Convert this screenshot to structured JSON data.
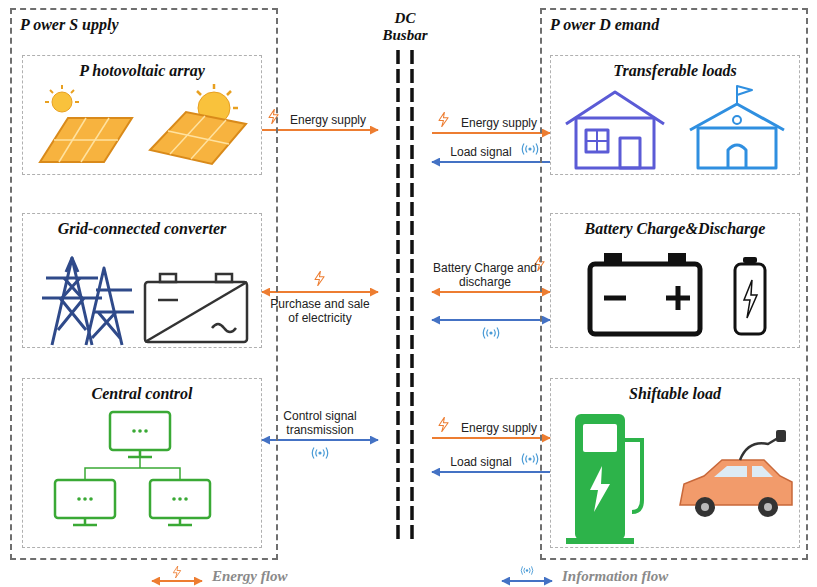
{
  "diagram": {
    "nodes": [
      {
        "text": [
          "P ower S upply"
        ]
      },
      {
        "text": [
          "P hotovoltaic array"
        ],
        "in": 0
      },
      {
        "text": [
          "Grid-connected converter"
        ],
        "in": 0
      },
      {
        "text": [
          "Central control"
        ],
        "in": 0
      },
      {
        "text": [
          "DC Busbar"
        ]
      },
      {
        "text": [
          "P ower D emand"
        ]
      },
      {
        "text": [
          "Transferable loads"
        ],
        "in": 5
      },
      {
        "text": [
          "Battery Charge&Discharge"
        ],
        "in": 5
      },
      {
        "text": [
          "Shiftable load"
        ],
        "in": 5
      }
    ],
    "edges": [
      {
        "from": 1,
        "to": 4,
        "arrow": "to",
        "label": "Energy supply"
      },
      {
        "from": 4,
        "to": 6,
        "arrow": "to",
        "label": "Energy supply"
      },
      {
        "from": 6,
        "to": 4,
        "arrow": "to",
        "label": "Load signal"
      },
      {
        "from": 2,
        "to": 4,
        "arrow": "both",
        "label": "Purchase and sale of electricity"
      },
      {
        "from": 4,
        "to": 7,
        "arrow": "both",
        "label": "Battery Charge and discharge"
      },
      {
        "from": 4,
        "to": 7,
        "arrow": "both"
      },
      {
        "from": 3,
        "to": 4,
        "arrow": "both",
        "label": "Control signal transmission"
      },
      {
        "from": 4,
        "to": 8,
        "arrow": "to",
        "label": "Energy supply"
      },
      {
        "from": 8,
        "to": 4,
        "arrow": "to",
        "label": "Load signal"
      }
    ],
    "legend": [
      {
        "text": "Energy flow"
      },
      {
        "text": "Information flow"
      }
    ]
  }
}
